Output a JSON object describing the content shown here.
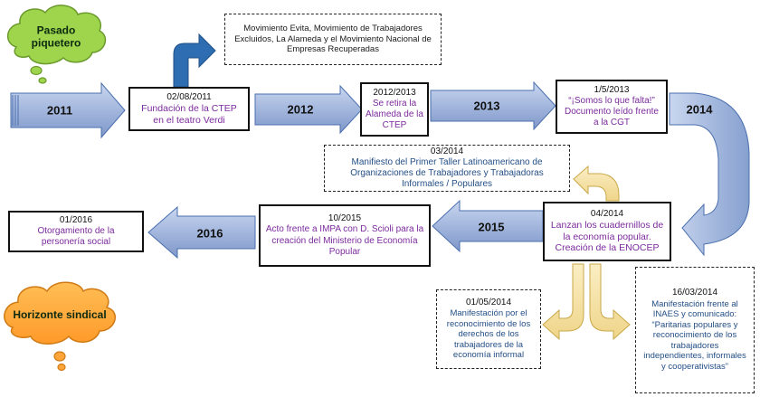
{
  "clouds": {
    "pasado": "Pasado piquetero",
    "horizonte": "Horizonte sindical"
  },
  "years": {
    "y2011": "2011",
    "y2012": "2012",
    "y2013": "2013",
    "y2014": "2014",
    "y2015": "2015",
    "y2016": "2016"
  },
  "events": {
    "ctep_date": "02/08/2011",
    "ctep_text": "Fundación de la CTEP en el teatro Verdi",
    "movements_text": "Movimiento Evita, Movimiento de Trabajadores Excluidos, La Alameda y el Movimiento Nacional de Empresas Recuperadas",
    "alameda_date": "2012/2013",
    "alameda_text": "Se retira la Alameda de la CTEP",
    "somos_date": "1/5/2013",
    "somos_text": "“¡Somos lo que falta!” Documento leído frente a la CGT",
    "manifiesto_date": "03/2014",
    "manifiesto_text": "Manifiesto del Primer Taller Latinoamericano de Organizaciones de Trabajadores y Trabajadoras Informales / Populares",
    "cuadernillos_date": "04/2014",
    "cuadernillos_text": "Lanzan los cuadernillos de la economía popular. Creación de la ENOCEP",
    "impa_date": "10/2015",
    "impa_text": "Acto frente a IMPA con D. Scioli para la creación del Ministerio de Economía Popular",
    "personeria_date": "01/2016",
    "personeria_text": "Otorgamiento de la personería social",
    "manif2014_date": "01/05/2014",
    "manif2014_text": "Manifestación por el reconocimiento de los derechos de los trabajadores de la economía informal",
    "inaes_date": "16/03/2014",
    "inaes_title": "Manifestación frente al INAES y comunicado:",
    "inaes_quote": "“Paritarias populares y reconocimiento de los trabajadores independientes, informales y cooperativistas”"
  },
  "colors": {
    "arrow_blue": "#9fb3db",
    "arrow_blue_dark": "#2f6db3",
    "arrow_yellow": "#f6e3a6",
    "cloud_green": "#9ed54d",
    "cloud_orange": "#ffa53a",
    "purple_text": "#7b2a9c",
    "blue_text": "#244f86"
  }
}
